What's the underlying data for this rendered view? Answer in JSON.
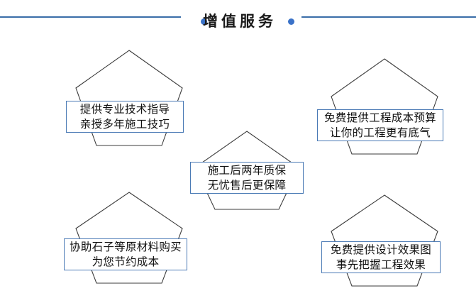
{
  "header": {
    "title": "增值服务",
    "rule_color": "#3a6ea8",
    "dot_color": "#3a72c8",
    "dot_left_name": "title-dot-left",
    "dot_right_name": "title-dot-right"
  },
  "theme": {
    "background": "#ffffff",
    "box_border": "#4a7ab5",
    "pentagon_stroke": "#3b3b3b",
    "text_color": "#111111"
  },
  "nodes": [
    {
      "id": "tech-guidance",
      "line1": "提供专业技术指导",
      "line2": "亲授多年施工技巧"
    },
    {
      "id": "cost-budget",
      "line1": "免费提供工程成本预算",
      "line2": "让你的工程更有底气"
    },
    {
      "id": "warranty",
      "line1": "施工后两年质保",
      "line2": "无忧售后更保障"
    },
    {
      "id": "material-purchase",
      "line1": "协助石子等原材料购买",
      "line2": "为您节约成本"
    },
    {
      "id": "design-rendering",
      "line1": "免费提供设计效果图",
      "line2": "事先把握工程效果"
    }
  ]
}
